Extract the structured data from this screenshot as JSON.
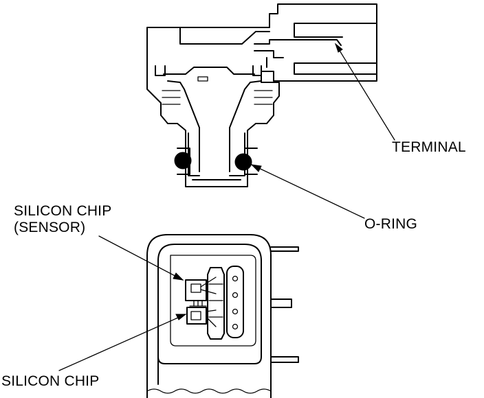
{
  "labels": {
    "terminal": "TERMINAL",
    "o_ring": "O-RING",
    "silicon_chip_sensor_line1": "SILICON CHIP",
    "silicon_chip_sensor_line2": "(SENSOR)",
    "silicon_chip": "SILICON CHIP"
  },
  "colors": {
    "line": "#000000",
    "background": "#ffffff"
  }
}
